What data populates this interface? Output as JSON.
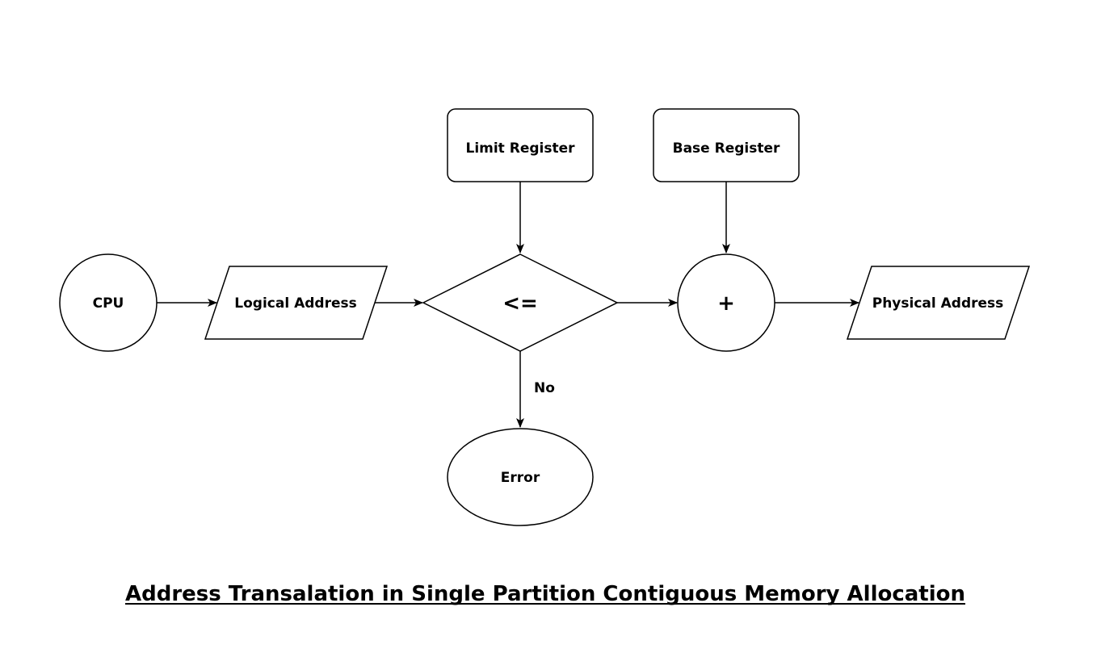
{
  "nodes": {
    "cpu": "CPU",
    "logical_address": "Logical Address",
    "limit_register": "Limit Register",
    "compare": "<=",
    "base_register": "Base Register",
    "add": "+",
    "physical_address": "Physical Address",
    "error": "Error"
  },
  "edges": {
    "compare_to_error_label": "No"
  },
  "caption": "Address Transalation in Single Partition Contiguous Memory Allocation",
  "colors": {
    "stroke": "#000000",
    "fill": "#ffffff",
    "text": "#000000"
  }
}
